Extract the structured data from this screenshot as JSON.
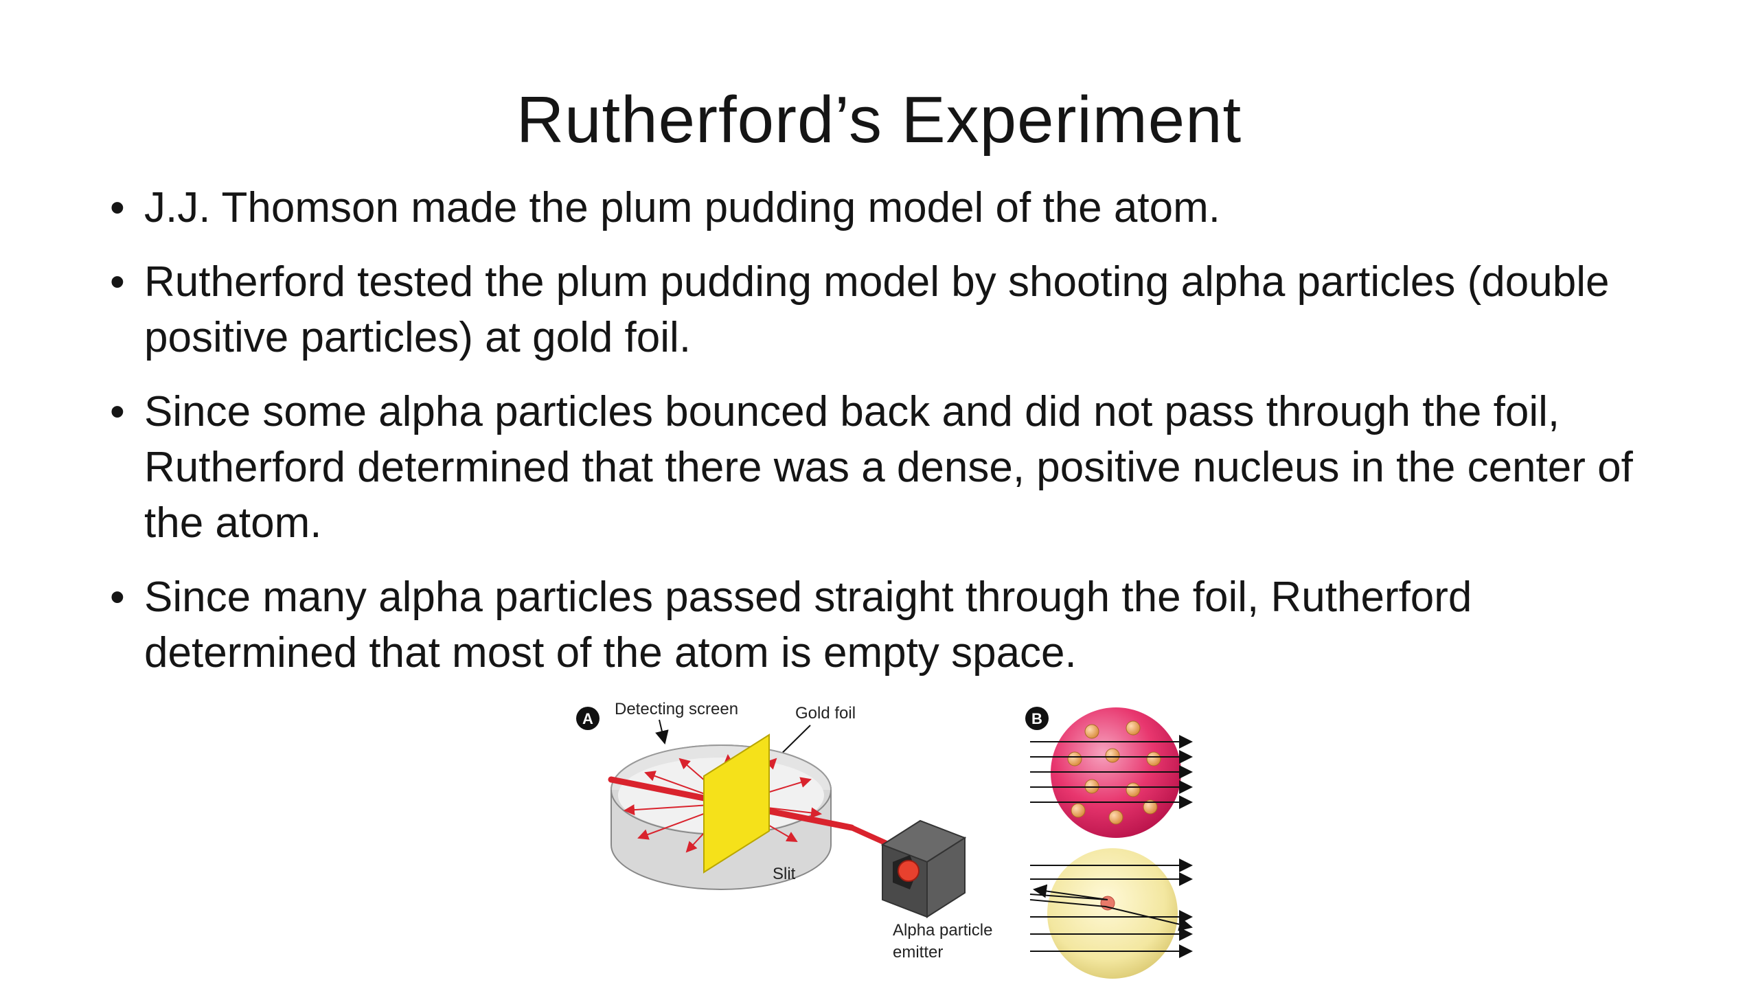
{
  "slide": {
    "title": "Rutherford’s Experiment",
    "bullets": [
      {
        "text": "J.J. Thomson made the plum pudding model of the atom."
      },
      {
        "text": "Rutherford tested the plum pudding model by shooting alpha particles (double positive particles) at gold foil."
      },
      {
        "text": "Since some alpha particles bounced back and did not pass through the foil, Rutherford determined that there was a dense, positive nucleus in the center of the atom."
      },
      {
        "text": "Since many alpha particles passed straight through the foil, Rutherford determined that most of the atom is empty space."
      }
    ],
    "bullet_glyph": "•"
  },
  "figure": {
    "panel_a_letter": "A",
    "panel_b_letter": "B",
    "labels": {
      "detecting_screen": "Detecting screen",
      "gold_foil": "Gold foil",
      "slit": "Slit",
      "emitter_line1": "Alpha particle",
      "emitter_line2": "emitter"
    },
    "colors": {
      "beam": "#d9232d",
      "foil": "#f5e11a",
      "plum_atom": "#e8366e",
      "nuclear_atom": "#f3e7a0",
      "screen": "#cfcfcf",
      "emitter": "#555555"
    }
  }
}
